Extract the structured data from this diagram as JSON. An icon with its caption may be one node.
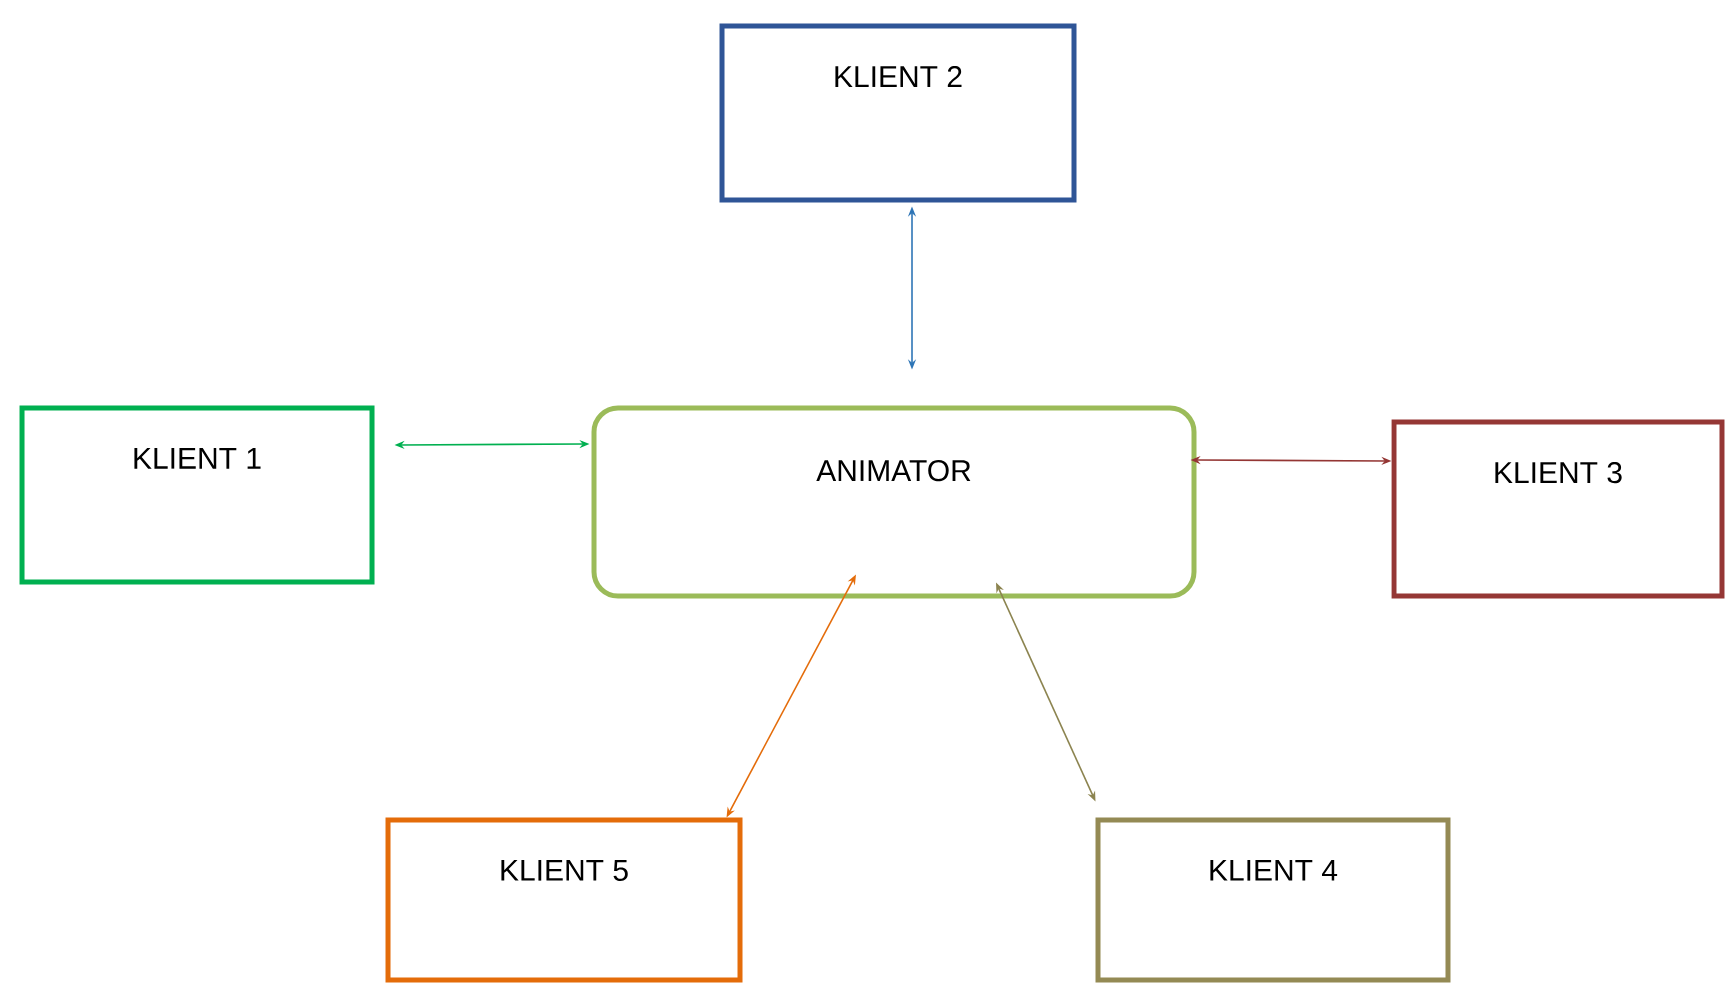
{
  "diagram": {
    "nodes": [
      {
        "text": [
          "KLIENT 2"
        ]
      },
      {
        "text": [
          "KLIENT 1"
        ]
      },
      {
        "text": [
          "ANIMATOR"
        ]
      },
      {
        "text": [
          "KLIENT 3"
        ]
      },
      {
        "text": [
          "KLIENT 5"
        ]
      },
      {
        "text": [
          "KLIENT 4"
        ]
      }
    ],
    "edges": [
      {
        "from": 0,
        "to": 2,
        "arrow": "both",
        "color": "#2e75b6"
      },
      {
        "from": 1,
        "to": 2,
        "arrow": "both",
        "color": "#00b050"
      },
      {
        "from": 2,
        "to": 3,
        "arrow": "both",
        "color": "#943634"
      },
      {
        "from": 4,
        "to": 2,
        "arrow": "both",
        "color": "#e46c0a"
      },
      {
        "from": 2,
        "to": 5,
        "arrow": "both",
        "color": "#8c8450"
      }
    ]
  }
}
